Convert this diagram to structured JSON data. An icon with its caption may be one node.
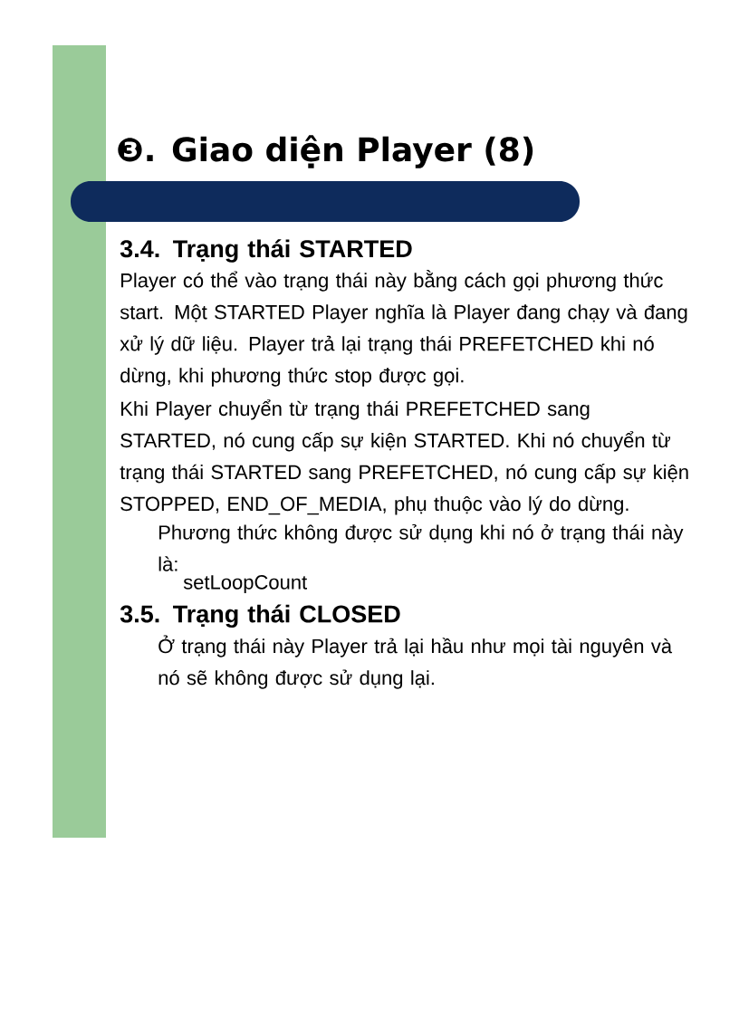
{
  "diagram": {
    "title": "❸. Giao diện Player (8)",
    "labels": [
      "3.4. Trạng thái STARTED",
      "Player có thể vào trạng thái này bằng cách gọi phương thức start. Một STARTED Player nghĩa là Player đang chạy và đang xử lý dữ liệu. Player trả lại trạng thái PREFETCHED khi nó dừng, khi phương thức stop được gọi.",
      "Khi Player chuyển từ trạng thái PREFETCHED sang STARTED, nó cung cấp sự kiện STARTED. Khi nó chuyển từ trạng thái STARTED sang PREFETCHED, nó cung cấp sự kiện STOPPED, END_OF_MEDIA, phụ thuộc vào lý do dừng.",
      "Phương thức không được sử dụng khi nó ở trạng thái này là:",
      "setLoopCount",
      "3.5. Trạng thái CLOSED",
      "Ở trạng thái này Player trả lại hầu như mọi tài nguyên và nó sẽ không được sử dụng lại."
    ]
  }
}
